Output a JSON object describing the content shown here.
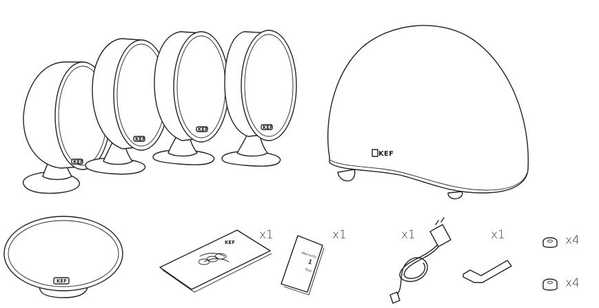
{
  "brand": {
    "logo": "KEF"
  },
  "warranty_card": {
    "title": "Warranty",
    "number": "1",
    "unit": "Year"
  },
  "quantities": {
    "manual": "x1",
    "warranty": "x1",
    "power_cable": "x1",
    "hex_key": "x1",
    "foot_top": "x4",
    "foot_bottom": "x4"
  }
}
